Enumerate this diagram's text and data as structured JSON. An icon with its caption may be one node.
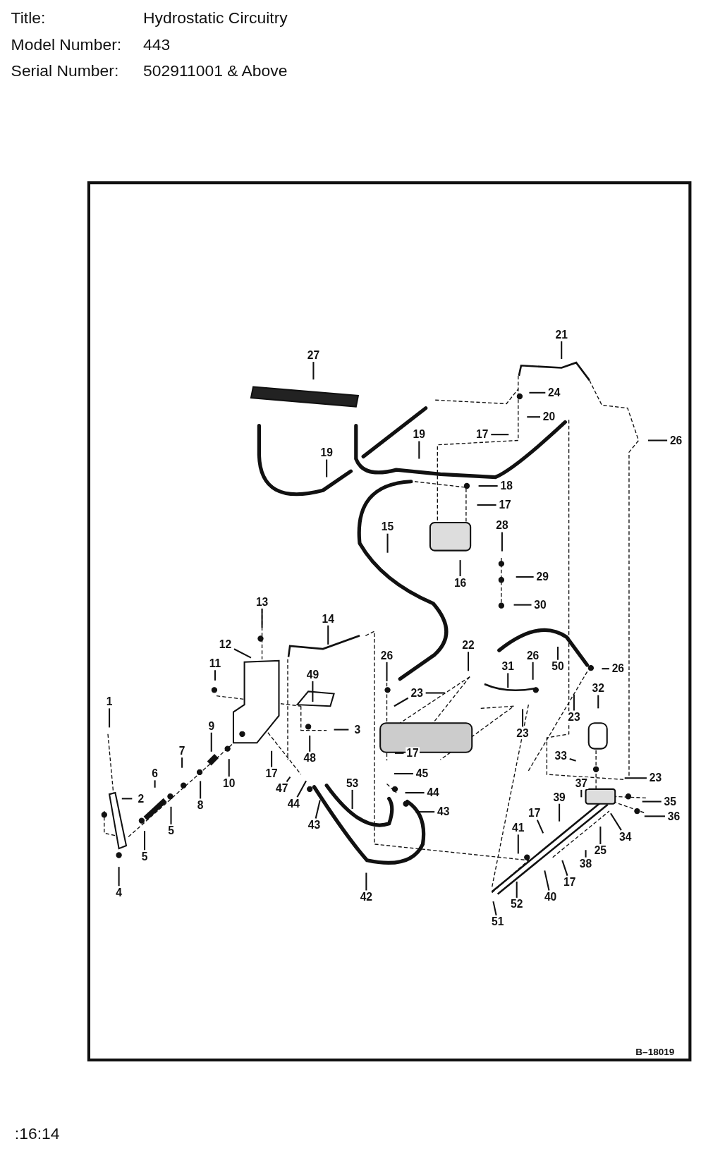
{
  "diagram": {
    "nodes": [
      {
        "text": [
          "21"
        ]
      },
      {
        "text": [
          "27"
        ]
      },
      {
        "text": [
          "24"
        ]
      },
      {
        "text": [
          "26"
        ]
      },
      {
        "text": [
          "20"
        ]
      },
      {
        "text": [
          "17"
        ]
      },
      {
        "text": [
          "19"
        ]
      },
      {
        "text": [
          "19"
        ]
      },
      {
        "text": [
          "18"
        ]
      },
      {
        "text": [
          "17"
        ]
      },
      {
        "text": [
          "15"
        ]
      },
      {
        "text": [
          "28"
        ]
      },
      {
        "text": [
          "29"
        ]
      },
      {
        "text": [
          "16"
        ]
      },
      {
        "text": [
          "30"
        ]
      },
      {
        "text": [
          "13"
        ]
      },
      {
        "text": [
          "14"
        ]
      },
      {
        "text": [
          "12"
        ]
      },
      {
        "text": [
          "26"
        ]
      },
      {
        "text": [
          "22"
        ]
      },
      {
        "text": [
          "31"
        ]
      },
      {
        "text": [
          "26"
        ]
      },
      {
        "text": [
          "50"
        ]
      },
      {
        "text": [
          "26"
        ]
      },
      {
        "text": [
          "11"
        ]
      },
      {
        "text": [
          "49"
        ]
      },
      {
        "text": [
          "32"
        ]
      },
      {
        "text": [
          "23"
        ]
      },
      {
        "text": [
          "1"
        ]
      },
      {
        "text": [
          "23"
        ]
      },
      {
        "text": [
          "23"
        ]
      },
      {
        "text": [
          "9"
        ]
      },
      {
        "text": [
          "3"
        ]
      },
      {
        "text": [
          "48"
        ]
      },
      {
        "text": [
          "7"
        ]
      },
      {
        "text": [
          "17"
        ]
      },
      {
        "text": [
          "33"
        ]
      },
      {
        "text": [
          "6"
        ]
      },
      {
        "text": [
          "45"
        ]
      },
      {
        "text": [
          "17"
        ]
      },
      {
        "text": [
          "10"
        ]
      },
      {
        "text": [
          "47"
        ]
      },
      {
        "text": [
          "53"
        ]
      },
      {
        "text": [
          "44"
        ]
      },
      {
        "text": [
          "37"
        ]
      },
      {
        "text": [
          "23"
        ]
      },
      {
        "text": [
          "2"
        ]
      },
      {
        "text": [
          "44"
        ]
      },
      {
        "text": [
          "43"
        ]
      },
      {
        "text": [
          "39"
        ]
      },
      {
        "text": [
          "35"
        ]
      },
      {
        "text": [
          "8"
        ]
      },
      {
        "text": [
          "36"
        ]
      },
      {
        "text": [
          "17"
        ]
      },
      {
        "text": [
          "43"
        ]
      },
      {
        "text": [
          "41"
        ]
      },
      {
        "text": [
          "34"
        ]
      },
      {
        "text": [
          "5"
        ]
      },
      {
        "text": [
          "25"
        ]
      },
      {
        "text": [
          "5"
        ]
      },
      {
        "text": [
          "38"
        ]
      },
      {
        "text": [
          "17"
        ]
      },
      {
        "text": [
          "4"
        ]
      },
      {
        "text": [
          "42"
        ]
      },
      {
        "text": [
          "40"
        ]
      },
      {
        "text": [
          "52"
        ]
      },
      {
        "text": [
          "51"
        ]
      }
    ],
    "edges": [
      {
        "from": 0,
        "to": null,
        "arrow": "none"
      },
      {
        "from": 1,
        "to": null,
        "arrow": "none"
      },
      {
        "from": 2,
        "to": null,
        "arrow": "none"
      },
      {
        "from": 3,
        "to": null,
        "arrow": "none"
      },
      {
        "from": 4,
        "to": null,
        "arrow": "none"
      },
      {
        "from": 5,
        "to": null,
        "arrow": "none"
      },
      {
        "from": 6,
        "to": null,
        "arrow": "none"
      },
      {
        "from": 7,
        "to": null,
        "arrow": "none"
      },
      {
        "from": 8,
        "to": null,
        "arrow": "none"
      },
      {
        "from": 9,
        "to": null,
        "arrow": "none"
      },
      {
        "from": 10,
        "to": null,
        "arrow": "none"
      },
      {
        "from": 11,
        "to": null,
        "arrow": "none"
      },
      {
        "from": 12,
        "to": null,
        "arrow": "none"
      },
      {
        "from": 13,
        "to": null,
        "arrow": "none"
      },
      {
        "from": 14,
        "to": null,
        "arrow": "none"
      },
      {
        "from": 15,
        "to": null,
        "arrow": "none"
      },
      {
        "from": 16,
        "to": null,
        "arrow": "none"
      },
      {
        "from": 17,
        "to": null,
        "arrow": "none"
      },
      {
        "from": 18,
        "to": null,
        "arrow": "none"
      },
      {
        "from": 19,
        "to": null,
        "arrow": "none"
      },
      {
        "from": 20,
        "to": null,
        "arrow": "none"
      },
      {
        "from": 21,
        "to": null,
        "arrow": "none"
      },
      {
        "from": 22,
        "to": null,
        "arrow": "none"
      },
      {
        "from": 23,
        "to": null,
        "arrow": "none"
      },
      {
        "from": 24,
        "to": null,
        "arrow": "none"
      },
      {
        "from": 25,
        "to": null,
        "arrow": "none"
      },
      {
        "from": 26,
        "to": null,
        "arrow": "none"
      },
      {
        "from": 27,
        "to": null,
        "arrow": "none"
      },
      {
        "from": 28,
        "to": null,
        "arrow": "none"
      },
      {
        "from": 29,
        "to": null,
        "arrow": "none"
      },
      {
        "from": 30,
        "to": null,
        "arrow": "none"
      },
      {
        "from": 31,
        "to": null,
        "arrow": "none"
      },
      {
        "from": 32,
        "to": null,
        "arrow": "none"
      },
      {
        "from": 33,
        "to": null,
        "arrow": "none"
      },
      {
        "from": 34,
        "to": null,
        "arrow": "none"
      },
      {
        "from": 35,
        "to": null,
        "arrow": "none"
      },
      {
        "from": 36,
        "to": null,
        "arrow": "none"
      },
      {
        "from": 37,
        "to": null,
        "arrow": "none"
      },
      {
        "from": 38,
        "to": null,
        "arrow": "none"
      },
      {
        "from": 39,
        "to": null,
        "arrow": "none"
      },
      {
        "from": 40,
        "to": null,
        "arrow": "none"
      },
      {
        "from": 41,
        "to": null,
        "arrow": "none"
      },
      {
        "from": 42,
        "to": null,
        "arrow": "none"
      },
      {
        "from": 43,
        "to": null,
        "arrow": "none"
      },
      {
        "from": 44,
        "to": null,
        "arrow": "none"
      },
      {
        "from": 45,
        "to": null,
        "arrow": "none"
      },
      {
        "from": 46,
        "to": null,
        "arrow": "none"
      },
      {
        "from": 47,
        "to": null,
        "arrow": "none"
      },
      {
        "from": 48,
        "to": null,
        "arrow": "none"
      },
      {
        "from": 49,
        "to": null,
        "arrow": "none"
      },
      {
        "from": 50,
        "to": null,
        "arrow": "none"
      },
      {
        "from": 51,
        "to": null,
        "arrow": "none"
      },
      {
        "from": 52,
        "to": null,
        "arrow": "none"
      },
      {
        "from": 53,
        "to": null,
        "arrow": "none"
      },
      {
        "from": 54,
        "to": null,
        "arrow": "none"
      },
      {
        "from": 55,
        "to": null,
        "arrow": "none"
      },
      {
        "from": 56,
        "to": null,
        "arrow": "none"
      },
      {
        "from": 57,
        "to": null,
        "arrow": "none"
      },
      {
        "from": 58,
        "to": null,
        "arrow": "none"
      },
      {
        "from": 59,
        "to": null,
        "arrow": "none"
      },
      {
        "from": 60,
        "to": null,
        "arrow": "none"
      },
      {
        "from": 61,
        "to": null,
        "arrow": "none"
      },
      {
        "from": 62,
        "to": null,
        "arrow": "none"
      },
      {
        "from": 63,
        "to": null,
        "arrow": "none"
      },
      {
        "from": 64,
        "to": null,
        "arrow": "none"
      },
      {
        "from": 65,
        "to": null,
        "arrow": "none"
      },
      {
        "from": 66,
        "to": null,
        "arrow": "none"
      },
      {
        "from": 27,
        "to": null,
        "arrow": "none"
      }
    ],
    "labels": [
      "Title:",
      "Hydrostatic Circuitry",
      "Model Number:",
      "443",
      "Serial Number:",
      "502911001 & Above",
      "B–18019",
      ":16:14"
    ]
  }
}
